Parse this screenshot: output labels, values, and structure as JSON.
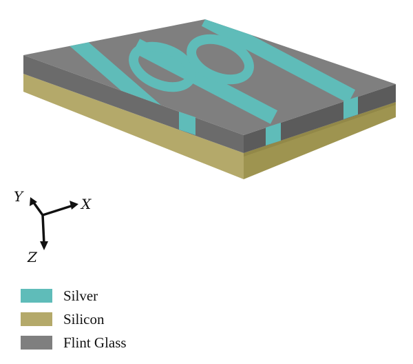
{
  "axes": {
    "x_label": "X",
    "y_label": "Y",
    "z_label": "Z"
  },
  "legend": [
    {
      "label": "Silver",
      "color": "#5fbcb9"
    },
    {
      "label": "Silicon",
      "color": "#b4a96a"
    },
    {
      "label": "Flint Glass",
      "color": "#7f7f7f"
    }
  ],
  "colors": {
    "glass_top": "#7f7f7f",
    "glass_front": "#6b6b6b",
    "glass_right": "#5b5b5b",
    "silicon_front": "#b4a96a",
    "silicon_right": "#9e9450",
    "silver": "#5fbcb9",
    "axis": "#111111"
  }
}
